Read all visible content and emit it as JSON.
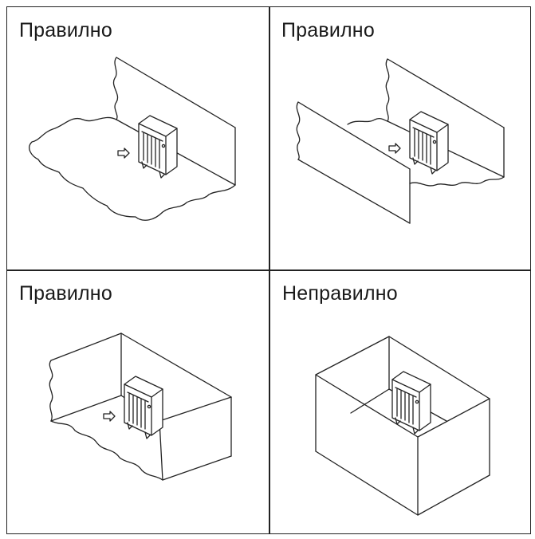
{
  "panels": [
    {
      "label": "Правилно",
      "scenario": "open-area-one-wall",
      "correct": true
    },
    {
      "label": "Правилно",
      "scenario": "two-parallel-walls",
      "correct": true
    },
    {
      "label": "Правилно",
      "scenario": "three-walls-open-front",
      "correct": true
    },
    {
      "label": "Неправилно",
      "scenario": "enclosed-four-walls",
      "correct": false
    }
  ],
  "colors": {
    "line": "#222222",
    "background": "#ffffff"
  },
  "icons": [
    "outdoor-unit-icon",
    "airflow-arrow-icon"
  ]
}
